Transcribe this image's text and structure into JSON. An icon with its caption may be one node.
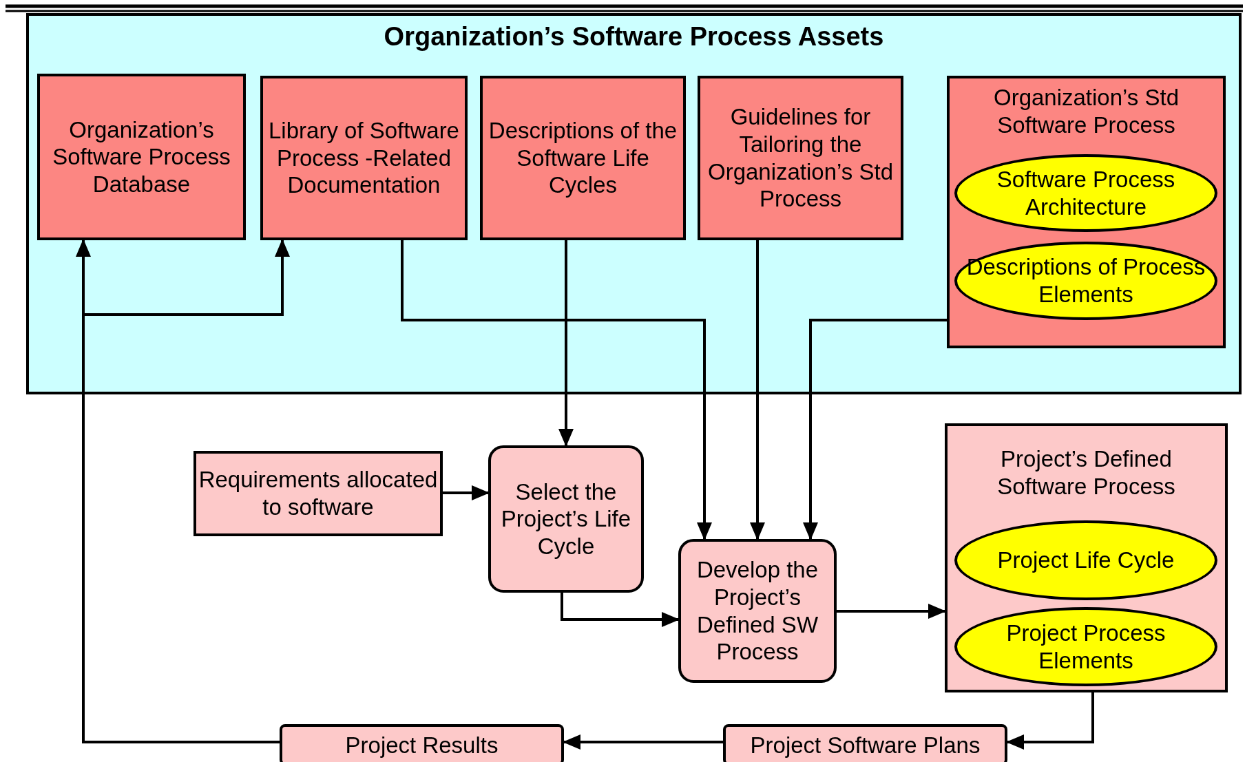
{
  "diagram": {
    "nodes": [
      {
        "text": [
          "Organization’s Software Process Assets"
        ]
      },
      {
        "text": [
          "Organization’s Software Process Database"
        ],
        "in": 0
      },
      {
        "text": [
          "Library of Software Process -Related Documentation"
        ],
        "in": 0
      },
      {
        "text": [
          "Descriptions of the Software Life Cycles"
        ],
        "in": 0
      },
      {
        "text": [
          "Guidelines for Tailoring the Organization’s Std Process"
        ],
        "in": 0
      },
      {
        "text": [
          "Organization’s Std Software Process"
        ],
        "in": 0
      },
      {
        "text": [
          "Software Process Architecture"
        ],
        "in": 5
      },
      {
        "text": [
          "Descriptions of Process Elements"
        ],
        "in": 5
      },
      {
        "text": [
          "Requirements allocated to software"
        ]
      },
      {
        "text": [
          "Select the Project’s Life Cycle"
        ]
      },
      {
        "text": [
          "Develop the Project’s Defined SW Process"
        ]
      },
      {
        "text": [
          "Project’s Defined Software Process"
        ]
      },
      {
        "text": [
          "Project Life Cycle"
        ],
        "in": 11
      },
      {
        "text": [
          "Project Process Elements"
        ],
        "in": 11
      },
      {
        "text": [
          "Project Results"
        ]
      },
      {
        "text": [
          "Project Software Plans"
        ]
      }
    ],
    "edges": [
      {
        "from": 14,
        "to": 1,
        "arrow": "to"
      },
      {
        "from": 14,
        "to": 2,
        "arrow": "to"
      },
      {
        "from": 2,
        "to": 10,
        "arrow": "to"
      },
      {
        "from": 3,
        "to": 9,
        "arrow": "to"
      },
      {
        "from": 4,
        "to": 10,
        "arrow": "to"
      },
      {
        "from": 5,
        "to": 10,
        "arrow": "to"
      },
      {
        "from": 8,
        "to": 9,
        "arrow": "to"
      },
      {
        "from": 9,
        "to": 10,
        "arrow": "to"
      },
      {
        "from": 10,
        "to": 11,
        "arrow": "to"
      },
      {
        "from": 11,
        "to": 15,
        "arrow": "to"
      },
      {
        "from": 15,
        "to": 14,
        "arrow": "to"
      }
    ]
  }
}
